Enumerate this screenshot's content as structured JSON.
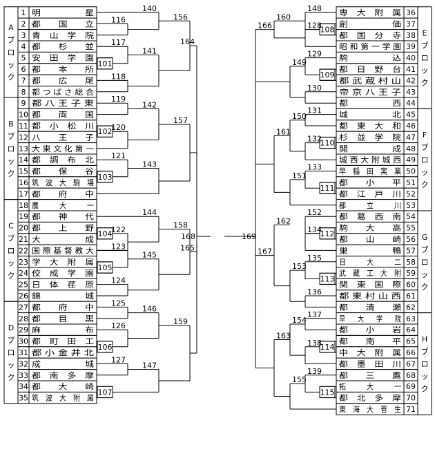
{
  "blocks": [
    {
      "label": "Aブロック"
    },
    {
      "label": "Bブロック"
    },
    {
      "label": "Cブロック"
    },
    {
      "label": "Dブロック"
    },
    {
      "label": "Eブロック"
    },
    {
      "label": "Fブロック"
    },
    {
      "label": "Gブロック"
    },
    {
      "label": "Hブロック"
    }
  ],
  "teams_left": [
    {
      "no": "1",
      "name": "明　　　　　星"
    },
    {
      "no": "2",
      "name": "都　　国　　立"
    },
    {
      "no": "3",
      "name": "青　山　学　院"
    },
    {
      "no": "4",
      "name": "都　　杉　　並"
    },
    {
      "no": "5",
      "name": "安　田　学　園"
    },
    {
      "no": "6",
      "name": "都　　本　　所"
    },
    {
      "no": "7",
      "name": "都　　広　　尾"
    },
    {
      "no": "8",
      "name": "都 つ ば さ 総 合"
    },
    {
      "no": "9",
      "name": "都 八 王 子 東"
    },
    {
      "no": "10",
      "name": "都　　両　　国"
    },
    {
      "no": "11",
      "name": "都　小　松　川"
    },
    {
      "no": "12",
      "name": "八　　王　　子"
    },
    {
      "no": "13",
      "name": "大 東 文 化 第 一"
    },
    {
      "no": "14",
      "name": "都　調　布　北"
    },
    {
      "no": "15",
      "name": "都　　保　　谷"
    },
    {
      "no": "16",
      "name": "筑　波　大　駒　場"
    },
    {
      "no": "17",
      "name": "都　　府　　中"
    },
    {
      "no": "18",
      "name": "農　　　大　　　一"
    },
    {
      "no": "19",
      "name": "都　　神　　代"
    },
    {
      "no": "20",
      "name": "都　　上　　野"
    },
    {
      "no": "21",
      "name": "大　　　　　成"
    },
    {
      "no": "22",
      "name": "国 際 基 督 教 大"
    },
    {
      "no": "23",
      "name": "学　大　附　属"
    },
    {
      "no": "24",
      "name": "佼　成　学　園"
    },
    {
      "no": "25",
      "name": "日　体　荏　原"
    },
    {
      "no": "26",
      "name": "錦　　　　　城"
    },
    {
      "no": "27",
      "name": "都　　府　　中"
    },
    {
      "no": "28",
      "name": "都　　目　　黒"
    },
    {
      "no": "29",
      "name": "麻　　　　　布"
    },
    {
      "no": "30",
      "name": "都　町　田　工"
    },
    {
      "no": "31",
      "name": "都 小 金 井 北"
    },
    {
      "no": "32",
      "name": "成　　　　　城"
    },
    {
      "no": "33",
      "name": "都　南　多　摩"
    },
    {
      "no": "34",
      "name": "都　　大　　崎"
    },
    {
      "no": "35",
      "name": "筑　波　大　附　属"
    }
  ],
  "teams_right": [
    {
      "no": "36",
      "name": "専　大　附　属"
    },
    {
      "no": "37",
      "name": "創　　　　　価"
    },
    {
      "no": "38",
      "name": "都　国　分　寺"
    },
    {
      "no": "39",
      "name": "昭 和 第 一 学 園"
    },
    {
      "no": "40",
      "name": "駒　　　　　込"
    },
    {
      "no": "41",
      "name": "都　日　野　台"
    },
    {
      "no": "42",
      "name": "都 武 蔵 村 山"
    },
    {
      "no": "43",
      "name": "帝 京 八 王 子"
    },
    {
      "no": "44",
      "name": "都　　　　　西"
    },
    {
      "no": "45",
      "name": "城　　　　　北"
    },
    {
      "no": "46",
      "name": "都　東　大　和"
    },
    {
      "no": "47",
      "name": "杉　並　学　院"
    },
    {
      "no": "48",
      "name": "開　　　　　成"
    },
    {
      "no": "49",
      "name": "城 西 大 附 城 西"
    },
    {
      "no": "50",
      "name": "早　稲　田　実　業"
    },
    {
      "no": "51",
      "name": "都　　小　　平"
    },
    {
      "no": "52",
      "name": "都　江　戸　川"
    },
    {
      "no": "53",
      "name": "都　　　立　　　川"
    },
    {
      "no": "54",
      "name": "都　葛　西　南"
    },
    {
      "no": "55",
      "name": "駒　　大　　高"
    },
    {
      "no": "56",
      "name": "都　　山　　崎"
    },
    {
      "no": "57",
      "name": "巣　　　　　鴨"
    },
    {
      "no": "58",
      "name": "日　　　大　　　二"
    },
    {
      "no": "59",
      "name": "武　蔵　工　大　附"
    },
    {
      "no": "60",
      "name": "関　東　国　際"
    },
    {
      "no": "61",
      "name": "都 東 村 山 西"
    },
    {
      "no": "62",
      "name": "都　　清　　瀬"
    },
    {
      "no": "63",
      "name": "早　　大　　学　　院"
    },
    {
      "no": "64",
      "name": "都　　小　　岩"
    },
    {
      "no": "65",
      "name": "都　　南　　平"
    },
    {
      "no": "66",
      "name": "中　大　附　属"
    },
    {
      "no": "67",
      "name": "都　墨　田　川"
    },
    {
      "no": "68",
      "name": "都　　三　　鷹"
    },
    {
      "no": "69",
      "name": "拓　　　大　　　一"
    },
    {
      "no": "70",
      "name": "都　北　多　摩"
    },
    {
      "no": "71",
      "name": "東　海　大　菅　生"
    }
  ],
  "games": {
    "101": "101",
    "102": "102",
    "103": "103",
    "104": "104",
    "105": "105",
    "106": "106",
    "107": "107",
    "108": "108",
    "109": "109",
    "110": "110",
    "111": "111",
    "112": "112",
    "113": "113",
    "114": "114",
    "115": "115",
    "116": "116",
    "117": "117",
    "118": "118",
    "119": "119",
    "120": "120",
    "121": "121",
    "122": "122",
    "123": "123",
    "124": "124",
    "125": "125",
    "126": "126",
    "127": "127",
    "128": "128",
    "129": "129",
    "130": "130",
    "131": "131",
    "132": "132",
    "133": "133",
    "134": "134",
    "135": "135",
    "136": "136",
    "137": "137",
    "138": "138",
    "139": "139",
    "140": "140",
    "141": "141",
    "142": "142",
    "143": "143",
    "144": "144",
    "145": "145",
    "146": "146",
    "147": "147",
    "148": "148",
    "149": "149",
    "150": "150",
    "151": "151",
    "152": "152",
    "153": "153",
    "154": "154",
    "155": "155",
    "156": "156",
    "157": "157",
    "158": "158",
    "159": "159",
    "160": "160",
    "161": "161",
    "162": "162",
    "163": "163",
    "164": "164",
    "165": "165",
    "166": "166",
    "167": "167",
    "168": "168",
    "169": "169"
  }
}
